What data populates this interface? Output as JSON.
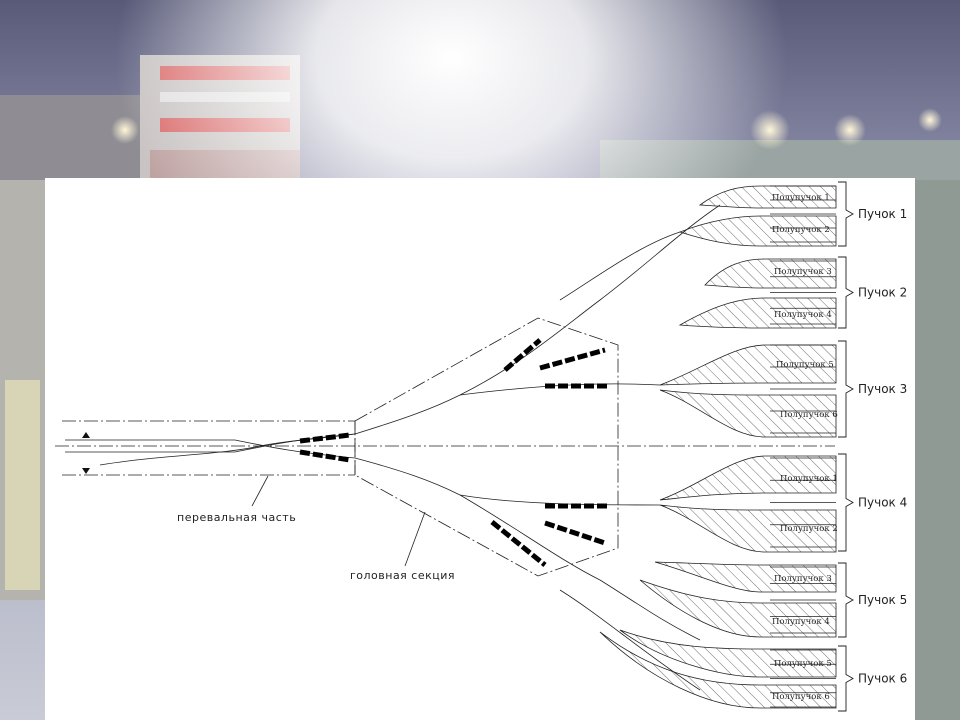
{
  "diagram": {
    "hump_label": "перевальная часть",
    "head_section_label": "головная секция",
    "colors": {
      "line": "#222222",
      "brake": "#000000",
      "hatch": "#333333"
    },
    "bundles": [
      {
        "label": "Пучок 1",
        "halves": [
          "Полупучок 1",
          "Полупучок 2"
        ]
      },
      {
        "label": "Пучок 2",
        "halves": [
          "Полупучок 3",
          "Полупучок 4"
        ]
      },
      {
        "label": "Пучок 3",
        "halves": [
          "Полупучок 5",
          "Полупучок 6"
        ]
      },
      {
        "label": "Пучок 4",
        "halves": [
          "Полупучок 1",
          "Полупучок 2"
        ]
      },
      {
        "label": "Пучок 5",
        "halves": [
          "Полупучок 3",
          "Полупучок 4"
        ]
      },
      {
        "label": "Пучок 6",
        "halves": [
          "Полупучок 5",
          "Полупучок 6"
        ]
      }
    ]
  }
}
